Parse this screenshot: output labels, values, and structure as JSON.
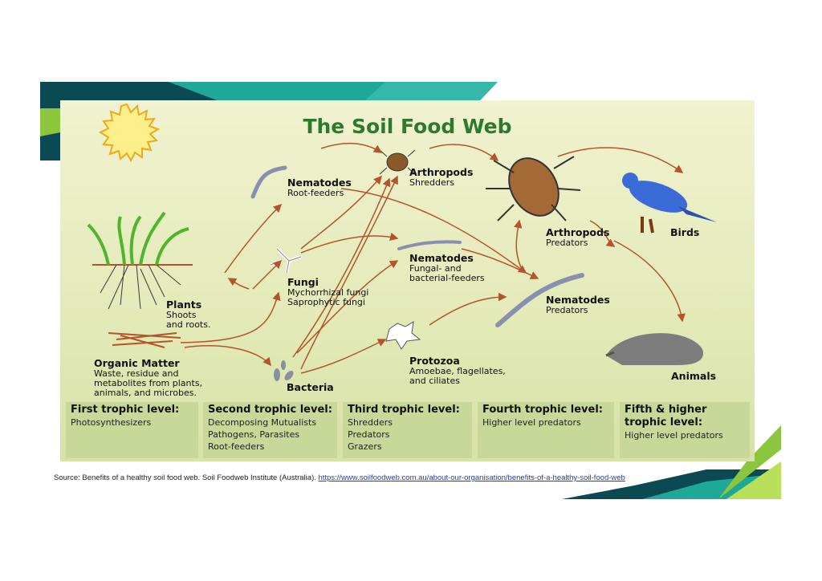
{
  "title": "The Soil Food Web",
  "nodes": {
    "nematodes_root": {
      "name": "Nematodes",
      "desc": [
        "Root-feeders"
      ]
    },
    "arthropods_shredders": {
      "name": "Arthropods",
      "desc": [
        "Shredders"
      ]
    },
    "arthropods_predators": {
      "name": "Arthropods",
      "desc": [
        "Predators"
      ]
    },
    "birds": {
      "name": "Birds"
    },
    "fungi": {
      "name": "Fungi",
      "desc": [
        "Mychorrhizal fungi",
        "Saprophytic fungi"
      ]
    },
    "plants": {
      "name": "Plants",
      "desc": [
        "Shoots",
        "and roots."
      ]
    },
    "nematodes_fungal": {
      "name": "Nematodes",
      "desc": [
        "Fungal- and",
        "bacterial-feeders"
      ]
    },
    "nematodes_predators": {
      "name": "Nematodes",
      "desc": [
        "Predators"
      ]
    },
    "organic_matter": {
      "name": "Organic Matter",
      "desc": [
        "Waste, residue and",
        "metabolites from plants,",
        "animals, and microbes."
      ]
    },
    "bacteria": {
      "name": "Bacteria"
    },
    "protozoa": {
      "name": "Protozoa",
      "desc": [
        "Amoebae, flagellates,",
        "and ciliates"
      ]
    },
    "animals": {
      "name": "Animals"
    }
  },
  "trophic_levels": [
    {
      "heading": "First trophic level:",
      "items": [
        "Photosynthesizers"
      ]
    },
    {
      "heading": "Second trophic level:",
      "items": [
        "Decomposing Mutualists",
        "Pathogens, Parasites",
        "Root-feeders"
      ]
    },
    {
      "heading": "Third trophic level:",
      "items": [
        "Shredders",
        "Predators",
        "Grazers"
      ]
    },
    {
      "heading": "Fourth trophic level:",
      "items": [
        "Higher level predators"
      ]
    },
    {
      "heading": "Fifth & higher trophic level:",
      "items": [
        "Higher level predators"
      ]
    }
  ],
  "source": {
    "text": "Source: Benefits of a healthy soil food web. Soil Foodweb Institute (Australia). ",
    "link": "https://www.soilfoodweb.com.au/about-our-organisation/benefits-of-a-healthy-soil-food-web"
  },
  "colors": {
    "dark_teal": "#0b4a52",
    "teal": "#1fa898",
    "lime": "#8cc63f",
    "title_green": "#2c7a2e",
    "arrow": "#b5532a"
  }
}
